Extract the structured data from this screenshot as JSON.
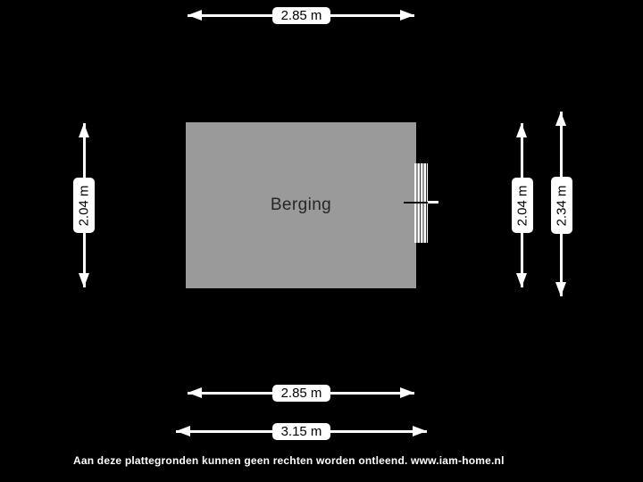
{
  "floorplan": {
    "room": {
      "label": "Berging"
    },
    "dimensions": {
      "top": "2.85 m",
      "left": "2.04 m",
      "right_inner": "2.04 m",
      "right_outer": "2.34 m",
      "bottom_inner": "2.85 m",
      "bottom_outer": "3.15 m"
    }
  },
  "footer": {
    "disclaimer": "Aan deze plattegronden kunnen geen rechten worden ontleend. www.iam-home.nl"
  },
  "colors": {
    "background": "#000000",
    "room_fill": "#9a9a9a",
    "wall": "#000000",
    "door_white": "#ffffff",
    "arrow": "#ffffff",
    "label_bg": "#ffffff",
    "label_text": "#000000",
    "room_label_text": "#262626",
    "footer_text": "#ffffff"
  }
}
